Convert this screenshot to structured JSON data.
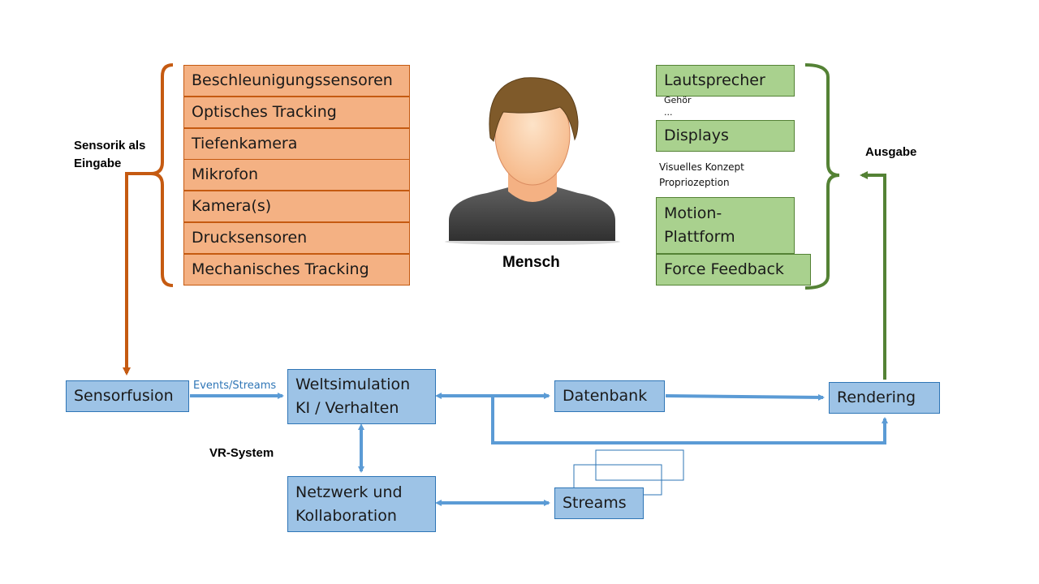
{
  "sensors": {
    "label": "Sensorik als Eingabe",
    "items": [
      "Beschleunigungssensoren",
      "Optisches Tracking",
      "Tiefenkamera",
      "Mikrofon",
      "Kamera(s)",
      "Drucksensoren",
      "Mechanisches Tracking"
    ]
  },
  "human": {
    "label": "Mensch"
  },
  "output": {
    "label": "Ausgabe",
    "speakers": "Lautsprecher",
    "speakers_note": "Gehör",
    "speakers_note_more": "...",
    "displays": "Displays",
    "displays_note_1": "Visuelles Konzept",
    "displays_note_2": "Propriozeption",
    "motion_1": "Motion-",
    "motion_2": "Plattform",
    "force": "Force Feedback"
  },
  "system": {
    "label": "VR-System",
    "sensorfusion": "Sensorfusion",
    "events": "Events/Streams",
    "world_1": "Weltsimulation",
    "world_2": "KI / Verhalten",
    "database": "Datenbank",
    "rendering": "Rendering",
    "network_1": "Netzwerk und",
    "network_2": "Kollaboration",
    "streams": "Streams"
  },
  "colors": {
    "sensor_fill": "#f4b183",
    "sensor_stroke": "#c55a11",
    "output_fill": "#a9d18e",
    "output_stroke": "#548235",
    "system_fill": "#9dc3e6",
    "system_stroke": "#2e75b6",
    "arrow_blue": "#5b9bd5"
  }
}
